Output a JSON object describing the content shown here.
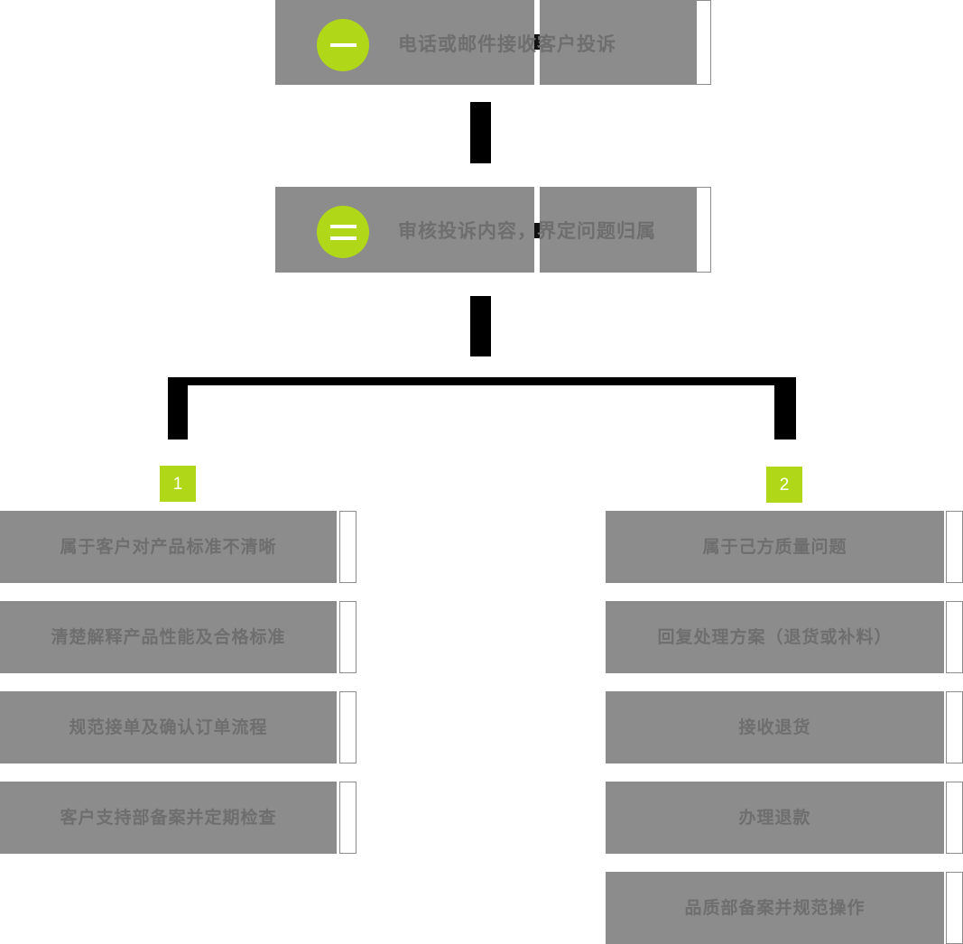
{
  "diagram": {
    "title_steps": [
      {
        "id": "step-1",
        "marker": "一",
        "marker_strokes": 1,
        "label": "电话或邮件接收客户投诉"
      },
      {
        "id": "step-2",
        "marker": "二",
        "marker_strokes": 2,
        "label": "审核投诉内容，界定问题归属"
      }
    ],
    "branches": [
      {
        "badge": "1",
        "cards": [
          "属于客户对产品标准不清晰",
          "清楚解释产品性能及合格标准",
          "规范接单及确认订单流程",
          "客户支持部备案并定期检查"
        ]
      },
      {
        "badge": "2",
        "cards": [
          "属于己方质量问题",
          "回复处理方案（退货或补料）",
          "接收退货",
          "办理退款",
          "品质部备案并规范操作"
        ]
      }
    ],
    "colors": {
      "accent_green": "#b0d818",
      "card_gray": "#8c8c8c",
      "text_gray": "#6e6e6e",
      "connector_black": "#000000",
      "badge_text": "#ffffff"
    }
  }
}
